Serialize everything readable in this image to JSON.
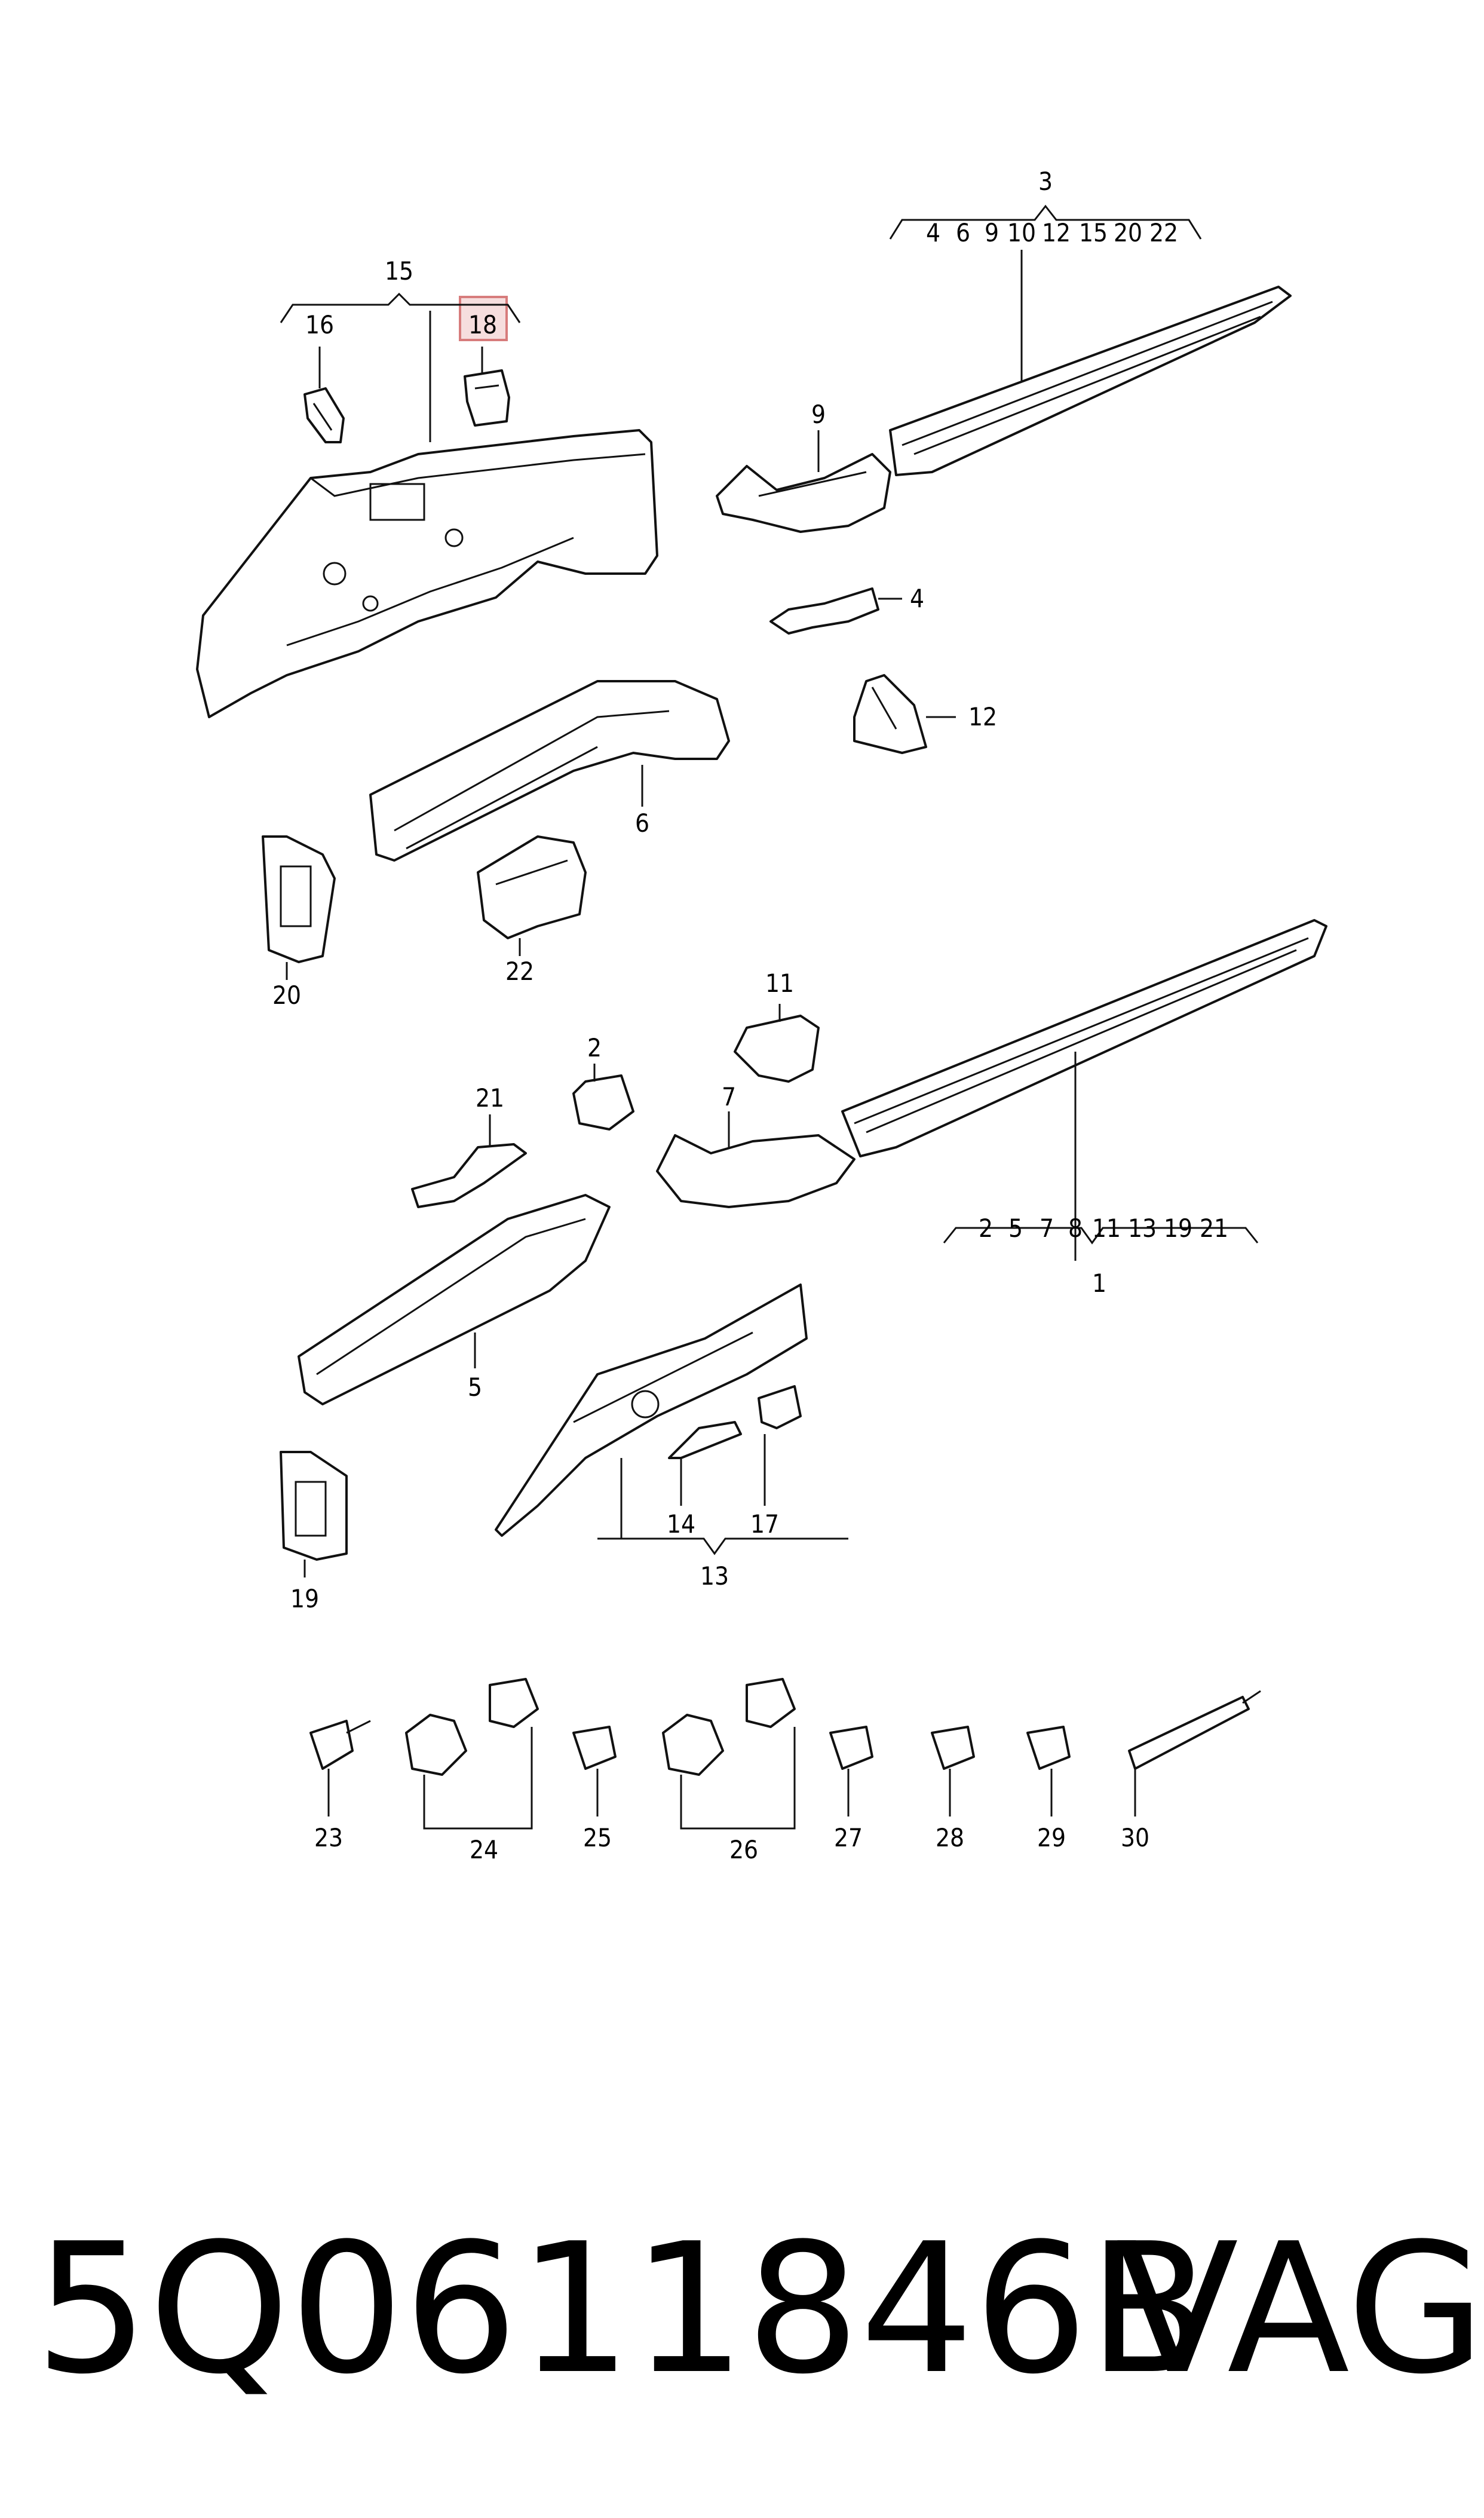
{
  "diagram": {
    "callouts": {
      "c1": "1",
      "c2": "2",
      "c3": "3",
      "c4": "4",
      "c5": "5",
      "c6": "6",
      "c7": "7",
      "c9": "9",
      "c11": "11",
      "c12": "12",
      "c13": "13",
      "c14": "14",
      "c15": "15",
      "c16": "16",
      "c17": "17",
      "c18": "18",
      "c19": "19",
      "c20": "20",
      "c21": "21",
      "c22": "22",
      "c23": "23",
      "c24": "24",
      "c25": "25",
      "c26": "26",
      "c27": "27",
      "c28": "28",
      "c29": "29",
      "c30": "30"
    },
    "group_3_list": [
      "4",
      "6",
      "9",
      "10",
      "12",
      "15",
      "20",
      "22"
    ],
    "group_1_list": [
      "2",
      "5",
      "7",
      "8",
      "11",
      "13",
      "19",
      "21"
    ],
    "highlighted_callout": "18",
    "highlight_color": "#f6dede"
  },
  "caption": {
    "part_number": "5Q0611846B",
    "brand": "VAG"
  }
}
